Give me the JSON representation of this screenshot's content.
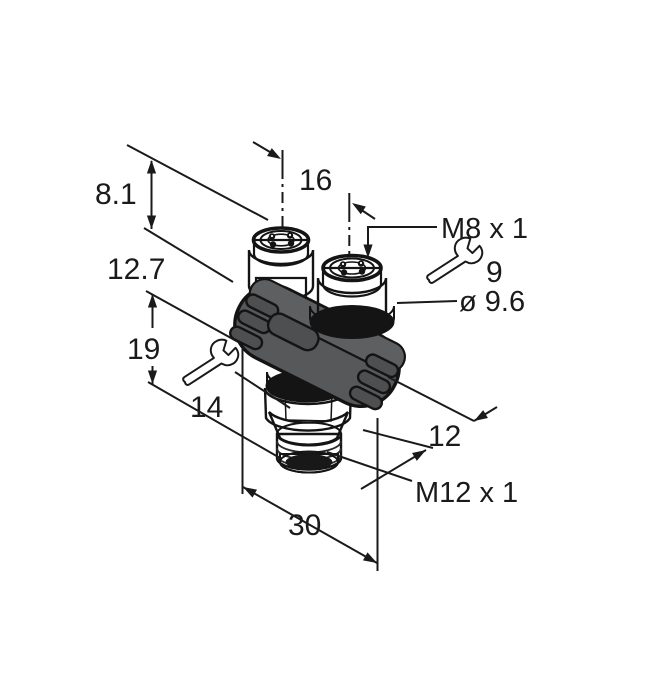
{
  "figure": {
    "type": "isometric-technical-drawing",
    "description": "Y-splitter connector, two M8 female ports on top of an oval body with one M12 male connector below, annotated with dimensions in mm",
    "labels": {
      "offset_8_1": "8.1",
      "offset_12_7": "12.7",
      "height_19": "19",
      "wrench_14": "14",
      "spacing_16": "16",
      "thread_m8": "M8 x 1",
      "wrench_9": "9",
      "diameter_9_6": "ø 9.6",
      "length_12": "12",
      "thread_m12": "M12 x 1",
      "width_30": "30"
    },
    "icons": {
      "wrench_top": "open-end-wrench",
      "wrench_bottom": "open-end-wrench"
    },
    "colors": {
      "line": "#1a1a1a",
      "body_gray": "#57585a",
      "body_top_gray": "#5e5f61",
      "metal_light": "#e8e8e8",
      "accent_yellow": "#f2b705",
      "background": "#ffffff"
    }
  }
}
